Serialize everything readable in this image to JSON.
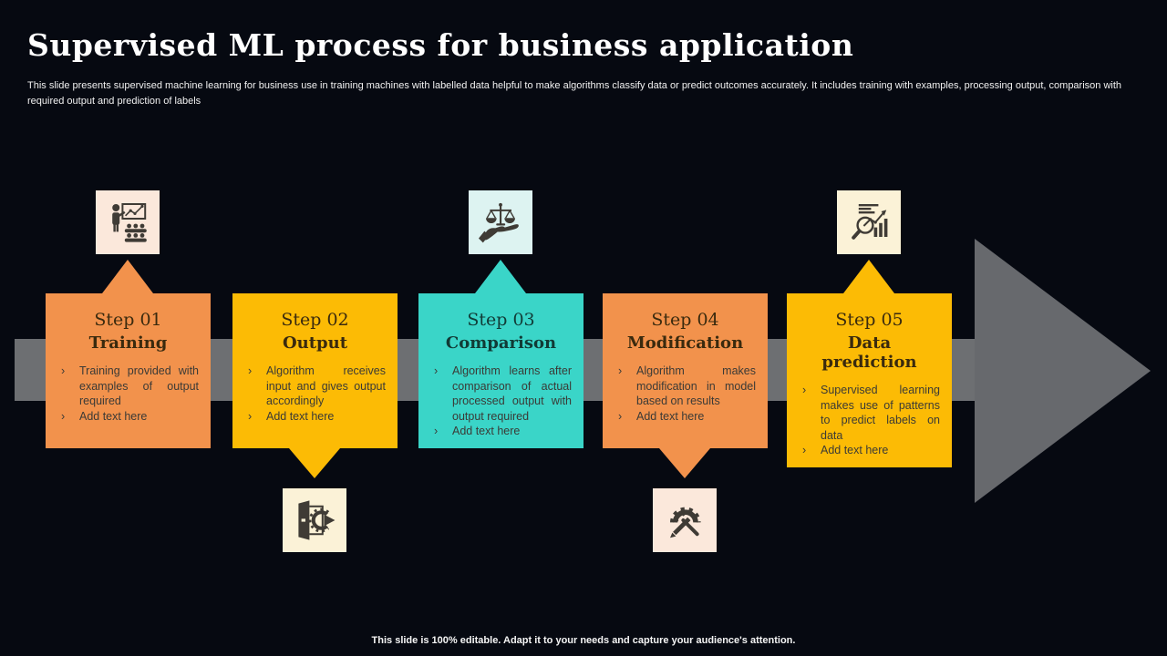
{
  "slide": {
    "title": "Supervised ML process for business application",
    "subtitle": "This slide presents supervised machine learning for business use in training machines with labelled data helpful to make  algorithms classify data or predict outcomes accurately. It includes training with examples, processing output, comparison with required output and prediction of labels",
    "footer": "This slide is 100% editable.  Adapt it to your needs and capture your audience's attention."
  },
  "colors": {
    "background": "#060911",
    "arrow_shaft_gray": "#6d6f72",
    "arrowhead_gray": "#67696d",
    "orange": "#f2924c",
    "yellow": "#fcbb05",
    "teal": "#3ad5c8"
  },
  "steps": [
    {
      "step_label": "Step 01",
      "title": "Training",
      "bullets": [
        "Training provided with examples of output required",
        "Add text here"
      ],
      "color": "#f2924c",
      "icon_bg": "#fbe8db",
      "text_color": "#3a2a0e",
      "icon": "training-presentation-icon",
      "icon_position": "above"
    },
    {
      "step_label": "Step 02",
      "title": "Output",
      "bullets": [
        "Algorithm receives input and gives output accordingly",
        "Add text here"
      ],
      "color": "#fcbb05",
      "icon_bg": "#fbf2d7",
      "text_color": "#3a2a0e",
      "icon": "output-door-icon",
      "icon_position": "below"
    },
    {
      "step_label": "Step 03",
      "title": "Comparison",
      "bullets": [
        "Algorithm learns after comparison of actual processed output with output required",
        "Add text here"
      ],
      "color": "#3ad5c8",
      "icon_bg": "#ddf3f1",
      "text_color": "#113b36",
      "icon": "comparison-scales-icon",
      "icon_position": "above"
    },
    {
      "step_label": "Step 04",
      "title": "Modification",
      "bullets": [
        "Algorithm makes modification in model based on results",
        "Add text here"
      ],
      "color": "#f2924c",
      "icon_bg": "#fbe8db",
      "text_color": "#3a2a0e",
      "icon": "modification-gear-tools-icon",
      "icon_position": "below"
    },
    {
      "step_label": "Step 05",
      "title": "Data prediction",
      "bullets": [
        "Supervised learning makes use of patterns to predict labels on data",
        "Add text here"
      ],
      "color": "#fcbb05",
      "icon_bg": "#fbf2d7",
      "text_color": "#3a2a0e",
      "icon": "data-prediction-magnifier-icon",
      "icon_position": "above"
    }
  ]
}
